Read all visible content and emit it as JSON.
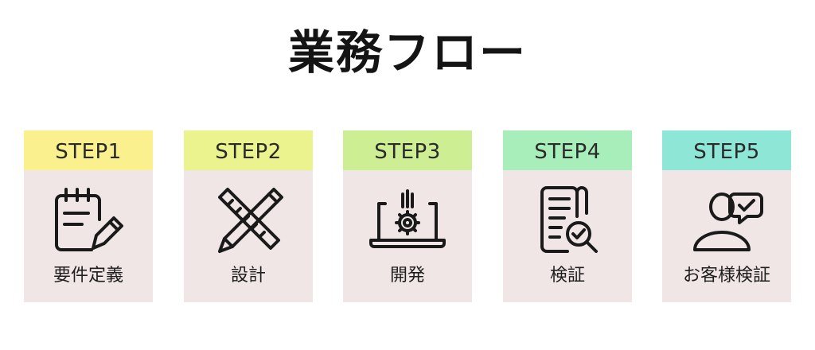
{
  "title": "業務フロー",
  "steps": [
    {
      "header": "STEP1",
      "label": "要件定義",
      "header_color": "#faf08e",
      "icon": "notepad-pencil-icon"
    },
    {
      "header": "STEP2",
      "label": "設計",
      "header_color": "#eaf38e",
      "icon": "pencil-ruler-icon"
    },
    {
      "header": "STEP3",
      "label": "開発",
      "header_color": "#cdee93",
      "icon": "laptop-gear-icon"
    },
    {
      "header": "STEP4",
      "label": "検証",
      "header_color": "#a8eebb",
      "icon": "document-check-icon"
    },
    {
      "header": "STEP5",
      "label": "お客様検証",
      "header_color": "#8de6d6",
      "icon": "user-check-icon"
    }
  ],
  "card_color": "#f1e6e6"
}
